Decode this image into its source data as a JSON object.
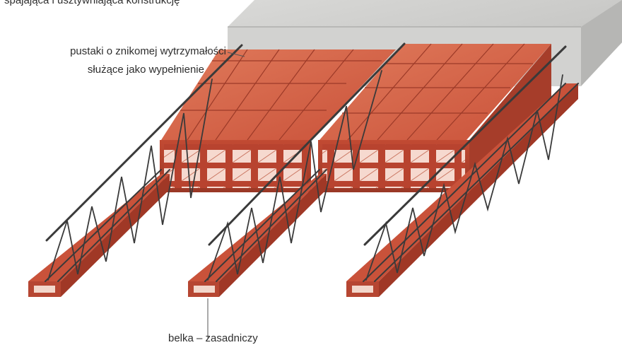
{
  "labels": {
    "top": "spajająca i usztywniająca konstrukcję",
    "fill_line1": "pustaki o znikomej wytrzymałości",
    "fill_line2": "służące jako wypełnienie",
    "bottom": "belka – zasadniczy"
  },
  "colors": {
    "brick": "#c9523a",
    "brick_top": "#d8694c",
    "brick_dark": "#9c3a28",
    "concrete": "#cfcfcd",
    "rebar": "#3a3a3a"
  }
}
